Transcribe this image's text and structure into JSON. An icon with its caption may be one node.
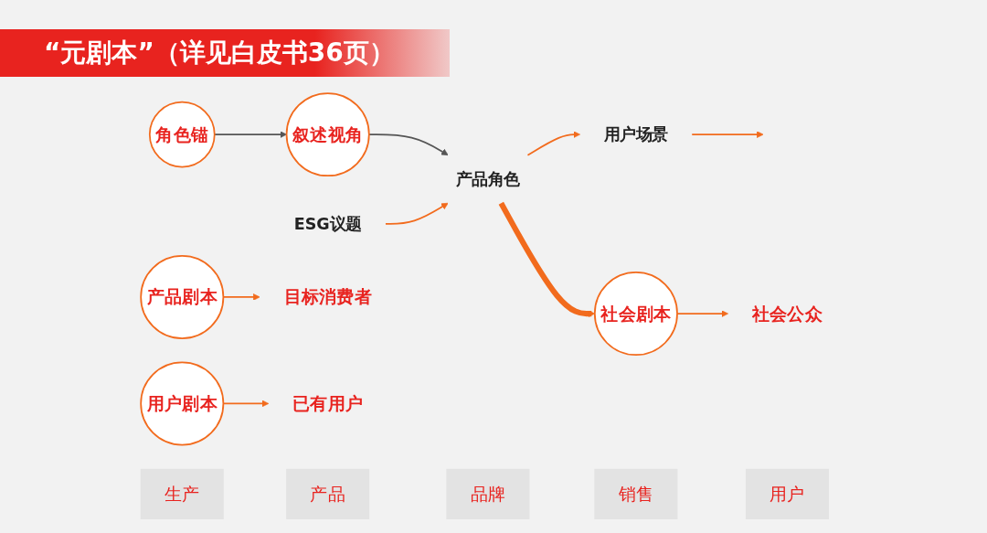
{
  "diagram": {
    "title": "“元剧本”（详见白皮书36页）",
    "nodes": [
      {
        "text": [
          "角色锚"
        ]
      },
      {
        "text": [
          "叙述视角"
        ]
      },
      {
        "text": [
          "ESG议题"
        ]
      },
      {
        "text": [
          "产品角色"
        ]
      },
      {
        "text": [
          "用户场景"
        ]
      },
      {
        "text": [
          "社会剧本"
        ]
      },
      {
        "text": [
          "产品剧本"
        ]
      },
      {
        "text": [
          "用户剧本"
        ]
      },
      {
        "text": [
          "社会公众"
        ]
      },
      {
        "text": [
          "目标消费者"
        ]
      },
      {
        "text": [
          "已有用户"
        ]
      },
      {
        "text": [
          "生产"
        ]
      },
      {
        "text": [
          "产品"
        ]
      },
      {
        "text": [
          "品牌"
        ]
      },
      {
        "text": [
          "销售"
        ]
      },
      {
        "text": [
          "用户"
        ]
      }
    ],
    "edges": [
      {
        "from": 0,
        "to": 1,
        "arrow": "to",
        "color": "#555555"
      },
      {
        "from": 1,
        "to": 3,
        "arrow": "to",
        "color": "#555555"
      },
      {
        "from": 2,
        "to": 3,
        "arrow": "to"
      },
      {
        "from": 3,
        "to": 4,
        "arrow": "to"
      },
      {
        "from": 4,
        "to": null,
        "arrow": "to"
      },
      {
        "from": 3,
        "to": 5,
        "arrow": "to",
        "style": "thick"
      },
      {
        "from": 5,
        "to": 8,
        "arrow": "to"
      },
      {
        "from": 6,
        "to": 9,
        "arrow": "to"
      },
      {
        "from": 7,
        "to": 10,
        "arrow": "to"
      }
    ]
  }
}
